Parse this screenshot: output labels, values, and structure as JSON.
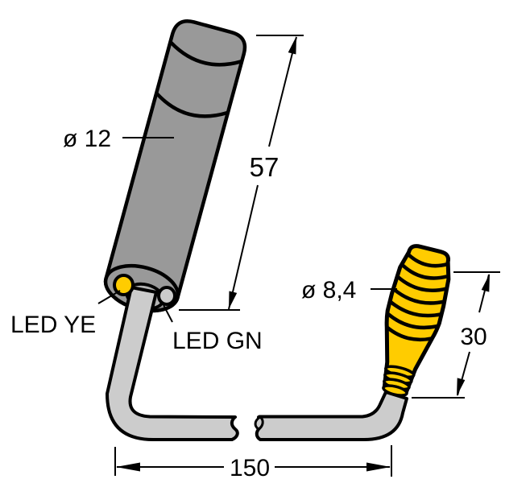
{
  "diagram": {
    "title": "sensor-dimension-drawing",
    "labels": {
      "body_diameter": "ø 12",
      "body_length": "57",
      "led_yellow": "LED YE",
      "led_green": "LED GN",
      "connector_diameter": "ø 8,4",
      "connector_length": "30",
      "cable_length": "150"
    },
    "colors": {
      "body_gray": "#999999",
      "collar_gray": "#b3b3b3",
      "cable_gray": "#cccccc",
      "connector_yellow": "#ffcc00",
      "led_yellow": "#ffcc00",
      "led_green_lens": "#cccccc",
      "outline": "#000000",
      "background": "#ffffff"
    }
  }
}
